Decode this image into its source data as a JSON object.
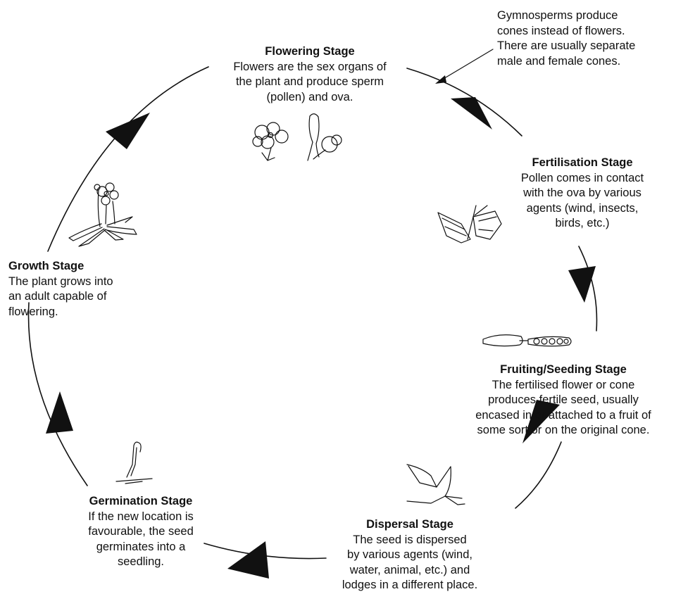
{
  "stages": {
    "flowering": {
      "title": "Flowering Stage",
      "lines": [
        "Flowers are the sex organs of",
        "the plant and produce sperm",
        "(pollen) and ova."
      ]
    },
    "fertilisation": {
      "title": "Fertilisation Stage",
      "lines": [
        "Pollen comes in contact",
        "with the ova by various",
        "agents (wind, insects,",
        "birds, etc.)"
      ]
    },
    "fruiting": {
      "title": "Fruiting/Seeding Stage",
      "lines": [
        "The fertilised flower or cone",
        "produces fertile seed, usually",
        "encased in or attached to a fruit of",
        "some sort or on the original cone."
      ]
    },
    "dispersal": {
      "title": "Dispersal Stage",
      "lines": [
        "The seed is dispersed",
        "by various agents (wind,",
        "water, animal, etc.) and",
        "lodges in a different place."
      ]
    },
    "germination": {
      "title": "Germination Stage",
      "lines": [
        "If the new location is",
        "favourable, the seed",
        "germinates into a",
        "seedling."
      ]
    },
    "growth": {
      "title": "Growth Stage",
      "lines": [
        "The plant grows into",
        "an adult capable of",
        "flowering."
      ]
    }
  },
  "note": {
    "lines": [
      "Gymnosperms produce",
      "cones instead of flowers.",
      "There are usually separate",
      "male and female cones."
    ]
  },
  "illustrations": [
    "flowers-icon",
    "butterfly-icon",
    "seed-pod-icon",
    "bird-icon",
    "seedling-icon",
    "flowering-plant-icon"
  ],
  "colors": {
    "ink": "#111111",
    "background": "#ffffff"
  }
}
